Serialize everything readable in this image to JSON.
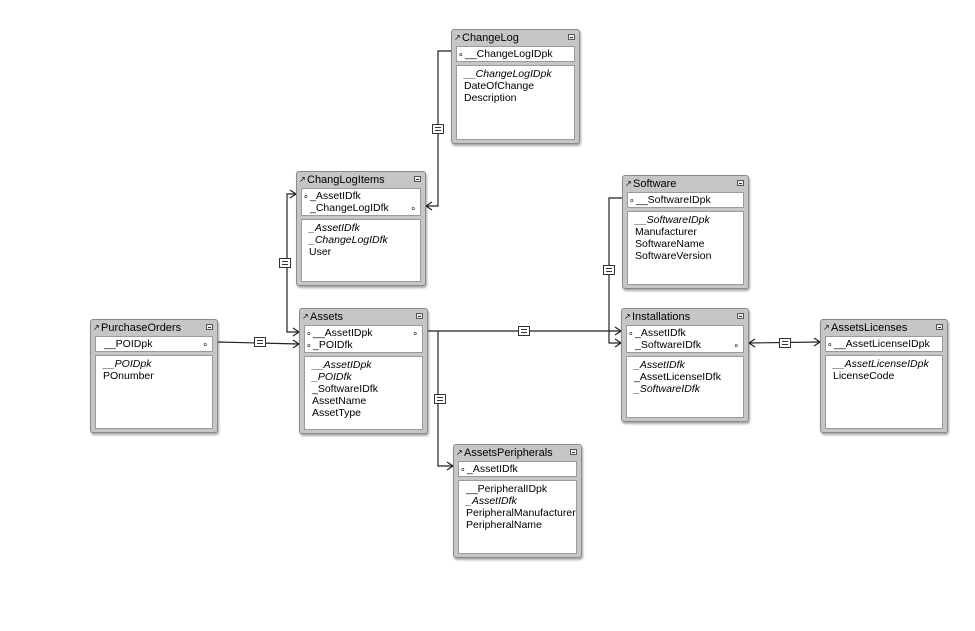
{
  "tables": [
    {
      "id": "changelog",
      "title": "ChangeLog",
      "keys": [
        {
          "text": "__ChangeLogIDpk",
          "italic": false,
          "dot_left": true,
          "dot_right": false
        }
      ],
      "fields": [
        {
          "text": "__ChangeLogIDpk",
          "italic": true
        },
        {
          "text": "DateOfChange",
          "italic": false
        },
        {
          "text": "Description",
          "italic": false
        }
      ]
    },
    {
      "id": "changlogitems",
      "title": "ChangLogItems",
      "keys": [
        {
          "text": "_AssetIDfk",
          "italic": false,
          "dot_left": true,
          "dot_right": false
        },
        {
          "text": "_ChangeLogIDfk",
          "italic": false,
          "dot_left": false,
          "dot_right": true
        }
      ],
      "fields": [
        {
          "text": "_AssetIDfk",
          "italic": true
        },
        {
          "text": "_ChangeLogIDfk",
          "italic": true
        },
        {
          "text": "User",
          "italic": false
        }
      ]
    },
    {
      "id": "software",
      "title": "Software",
      "keys": [
        {
          "text": "__SoftwareIDpk",
          "italic": false,
          "dot_left": true,
          "dot_right": false
        }
      ],
      "fields": [
        {
          "text": "__SoftwareIDpk",
          "italic": true
        },
        {
          "text": "Manufacturer",
          "italic": false
        },
        {
          "text": "SoftwareName",
          "italic": false
        },
        {
          "text": "SoftwareVersion",
          "italic": false
        }
      ]
    },
    {
      "id": "purchaseorders",
      "title": "PurchaseOrders",
      "keys": [
        {
          "text": "__POIDpk",
          "italic": false,
          "dot_left": false,
          "dot_right": true
        }
      ],
      "fields": [
        {
          "text": "__POIDpk",
          "italic": true
        },
        {
          "text": "POnumber",
          "italic": false
        }
      ]
    },
    {
      "id": "assets",
      "title": "Assets",
      "keys": [
        {
          "text": "__AssetIDpk",
          "italic": false,
          "dot_left": true,
          "dot_right": true
        },
        {
          "text": "_POIDfk",
          "italic": false,
          "dot_left": true,
          "dot_right": false
        }
      ],
      "fields": [
        {
          "text": "__AssetIDpk",
          "italic": true
        },
        {
          "text": "_POIDfk",
          "italic": true
        },
        {
          "text": "_SoftwareIDfk",
          "italic": false
        },
        {
          "text": "AssetName",
          "italic": false
        },
        {
          "text": "AssetType",
          "italic": false
        }
      ]
    },
    {
      "id": "installations",
      "title": "Installations",
      "keys": [
        {
          "text": "_AssetIDfk",
          "italic": false,
          "dot_left": true,
          "dot_right": false
        },
        {
          "text": "_SoftwareIDfk",
          "italic": false,
          "dot_left": false,
          "dot_right": true
        }
      ],
      "fields": [
        {
          "text": "_AssetIDfk",
          "italic": true
        },
        {
          "text": "_AssetLicenseIDfk",
          "italic": false
        },
        {
          "text": "_SoftwareIDfk",
          "italic": true
        }
      ]
    },
    {
      "id": "assetslicenses",
      "title": "AssetsLicenses",
      "keys": [
        {
          "text": "__AssetLicenseIDpk",
          "italic": false,
          "dot_left": true,
          "dot_right": false
        }
      ],
      "fields": [
        {
          "text": "__AssetLicenseIDpk",
          "italic": true
        },
        {
          "text": "LicenseCode",
          "italic": false
        }
      ]
    },
    {
      "id": "assetsperipherals",
      "title": "AssetsPeripherals",
      "keys": [
        {
          "text": "_AssetIDfk",
          "italic": false,
          "dot_left": true,
          "dot_right": false
        }
      ],
      "fields": [
        {
          "text": "__PeripheralIDpk",
          "italic": false
        },
        {
          "text": "_AssetIDfk",
          "italic": true
        },
        {
          "text": "PeripheralManufacturer",
          "italic": false
        },
        {
          "text": "PeripheralName",
          "italic": false
        }
      ]
    }
  ],
  "colors": {
    "line": "#222222",
    "table_bg": "#c6c6c6",
    "panel_bg": "#ffffff"
  },
  "icons": {
    "table_header": "arrow-icon",
    "collapse": "collapse-icon",
    "relationship": "equals-join-icon"
  }
}
